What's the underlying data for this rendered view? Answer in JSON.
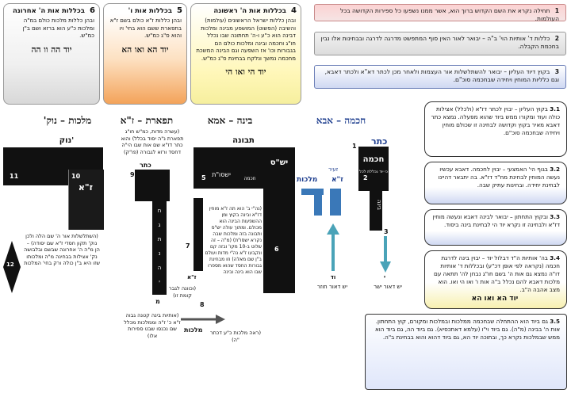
{
  "cards": [
    {
      "num": "4",
      "title": "בכללות אות ה' ראשונה",
      "text": "ובהן כללות ישראל הראשונים (עולמות) והשיבה (הפשוט) המושפע מבינה ומלכות דבינה הוא כ\"ע ו-ה' תחתונה שבו נכלל חו\"ג וחכמה ובינה ומלכות כולם הם בגבורות וכו' אז השפעה וגם הבינה המשכת מחכמה נמשך ונלקח בבחינת ס\"ג כמ\"ש.",
      "formula": "יוד הי ואו הי"
    },
    {
      "num": "5",
      "title": "בכללות אות ו'",
      "text": "ובהן כללות ז\"א כולם בשם ז\"א בתפארת ששם הוא בחי' ויו והוא ס\"ג כמ\"ש.",
      "formula": "יוד הא ואו הא"
    },
    {
      "num": "6",
      "title": "בכללות אות ה' אחרונה",
      "text": "ובהן כללות מלכות כולם במ\"ה ומלכות כ\"ע הוא ברזא ושם ב\"ן כמ\"ש.",
      "formula": "יוד הה וו הה"
    }
  ],
  "steps": [
    {
      "num": "1",
      "text": "תחילה נקרא את השם הקדוש ברוך הוא, אשר ממנו נשפעו כל ספירות הקדושה בכל העולמות."
    },
    {
      "num": "2",
      "text": "כללות ד' אותיות הוי' ב\"ה – יבואר לאור האין סוף המתפשט מדרגה לדרגה ובבחינות אלו נבין בחכמת הקבלה."
    },
    {
      "num": "3",
      "text": "בקוץ דיוד העליון – יבואר להשתלשלות אור העצמות ולאחר מכן לכתר דא\"א ולכתר דאבא, וגם כלליות המוחין ויחידה שבחכמה סוכ\"ם."
    }
  ],
  "subs": [
    {
      "num": "3.1",
      "text": "בקוץ העליון – יבוין לכתר דז\"א (ולכלל) אצילות כולה ועוד ומקורו ממש ביוד שהוא מפעלה. נמצא כתר דאבא מאיר בקוץ וקדושה לבחינה זו שכולם מוחין ויחידה שבחכמה סוכ\"ם."
    },
    {
      "num": "3.2",
      "text": "בגוף הי' האמצעי – יבוין לחכמה. דאבא עכשיו נעשה המוחין לבחינת מח\"ד דז\"א. בה יתבאר דהיינו לבחינת יחידה. ובחינות עתיק שבה."
    },
    {
      "num": "3.3",
      "text": "ובקוץ התחתון – יבואר לבינה דאבא ונעשה מוחין דז\"א ולבחינה זו נקרא יוד הי לבחינת בינה ביסוד."
    },
    {
      "num": "3.4",
      "text": "בה' אותיות ה\"ד דבלול יוד – יבוין בינה לדרגת חכמה (נקראה לפי אופן דכ\"ע) ובכללות ד' אותיות דו\"ה נמצא גם אות ה' בשם חו\"ג נבחן לה' תתאה עם מלכות דאבא להם נכלל ב\"ה אות ו' ואו הי ואו. הוא מצב אהבה ה\"ב."
    },
    {
      "num": "3.5",
      "text": "גם ביוד הוא ההתחלה שבחכמה ממלכות ובמלכות ומקורם, קוץ התחתון. אות ה' בבינה (מ\"ה). גם ביוד וי\"ו (עלמא דאתכסיא). גם ביוד הה, גם ביוד הוא ממש שבמלכות נקרא כך, ובתוכה יוד הא, גם ביוד דהוא והוא בבחינת ב\"ה."
    }
  ],
  "sub_formula": "יוד הא ואו הא",
  "columns": [
    {
      "label": "מלכות – נוק'"
    },
    {
      "label": "תפארת – ז\"א"
    },
    {
      "label": "בינה – אמא"
    },
    {
      "label": "חכמה – אבא"
    }
  ],
  "letters": {
    "heh2_top": "נוק'",
    "heh2_za": "ז\"א",
    "heh2_num_left": "11",
    "heh2_num_right": "10",
    "heh2_num_bottom": "12",
    "vav_top": "כתר",
    "vav_num": "9",
    "vav_chars": [
      "ח",
      "ג",
      "ת",
      "נ",
      "ה",
      "י"
    ],
    "vav_bottom": "מ",
    "heh1_top": "תבונה",
    "heh1_left": "ישסו\"ת",
    "heh1_right": "יש\"ס",
    "heh1_num_top": "5",
    "heh1_num_left": "7",
    "heh1_num_right": "6",
    "heh1_num_bottom": "8",
    "heh1_small": "חכמה",
    "heh1_za": "ז\"א",
    "heh1_malchut": "מלכות",
    "yud_keter": "כתר",
    "yud_chochma": "חכמה",
    "yud_bina": "בינה",
    "yud_num1": "1",
    "yud_num2": "2",
    "yud_num3": "3",
    "yud_sub": "כי יוד נכללת לכל"
  },
  "notes": {
    "heh2": "(השתלשלות אור ה' שם הלה ולכן נוק' תקון חסדי ז\"א שם יסודה) – הן מ\"ה ה' אחרונה שבשם ובלבושה נק' אצילות בבחינה מ\"ה ומלכותו שזו היא ב\"ן כולה ורק בחי' המלכות",
    "vav_top": "(עשרה מדות, כמ\"ש חו\"ג תפארת נ\"ה יסוד בכלל) והוא כתר דז\"א שם אות שבו הי\"ה דחסד ורזא לגבורה (פו\"ק)",
    "vav_bottom": "(אותיות בינה קטנה גבוה ז\"א כ' ז\"ה וממלכות מכלל שם נכנסו שבט ספירות אלו)",
    "heh1": "(נה\"י ב' הוא תה ז\"א מוחין דז\"א ובינה בקוץ ומן ההשפעות הבינה הוא מכולם. ומתוך עולה יש\"ס ותבונה בזה ומלכות שבה נקרא ישסו\"ת) (מ\"ה – זה שלוט ב-10 מקו' ובזה קם ונקבעו ז\"א נה\"י מדות ועולם ב\"ן שם מאלה) וזו מבחינת גבורות החסד שהוא מספרו שבו הוא בינה ובינה",
    "heh1_small": "(וכוונה לגבר קומת זו)",
    "heh1_malchut_note": "(ראה מלכות כ\"ע דכתר \"ה)",
    "yud_label_za": "ז\"א",
    "yud_label_malchut": "מלכות",
    "yud_label_zeir": "זעיר",
    "arrow_left": "וד",
    "arrow_left_caption": "יש דאור חוזר",
    "arrow_right": "י",
    "arrow_right_caption": "יש דאור ישר"
  },
  "colors": {
    "accent_red": "#c0392b",
    "accent_blue": "#3a78b8",
    "teal": "#4aa3b8",
    "card5": "#f3a35a",
    "card4": "#fff7b8"
  }
}
